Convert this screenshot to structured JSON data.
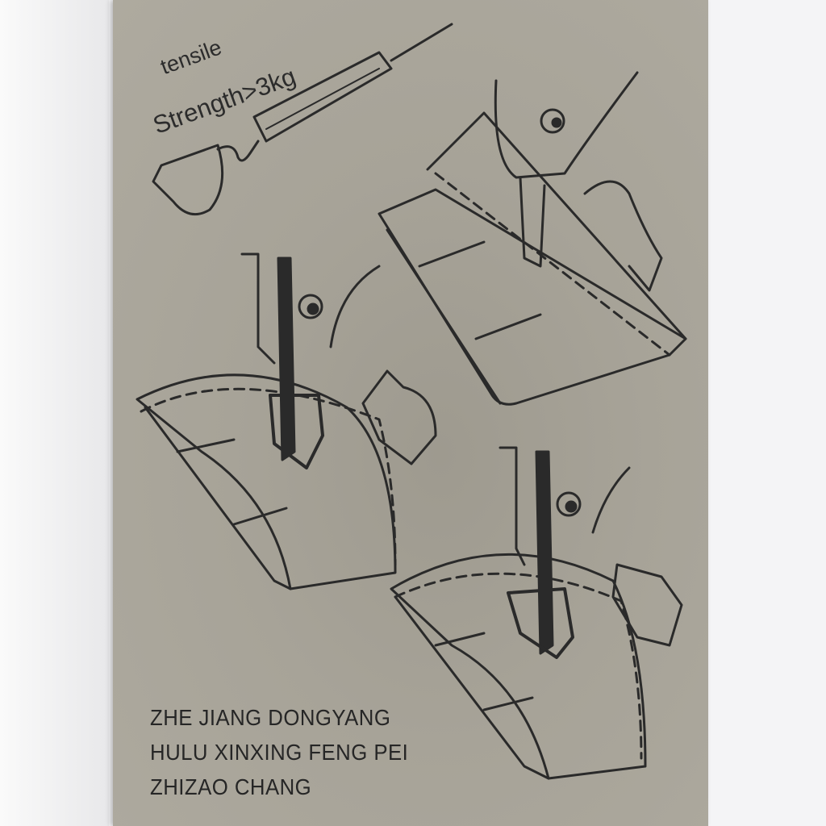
{
  "card": {
    "tensile_label": "tensile",
    "strength_label": "Strength>3kg",
    "manufacturer_lines": [
      "ZHE JIANG DONGYANG",
      "HULU XINXING FENG PEI",
      "ZHIZAO CHANG"
    ]
  },
  "colors": {
    "card": "#a7a398",
    "ink": "#2a2a2a",
    "background": "#f4f4f6"
  }
}
